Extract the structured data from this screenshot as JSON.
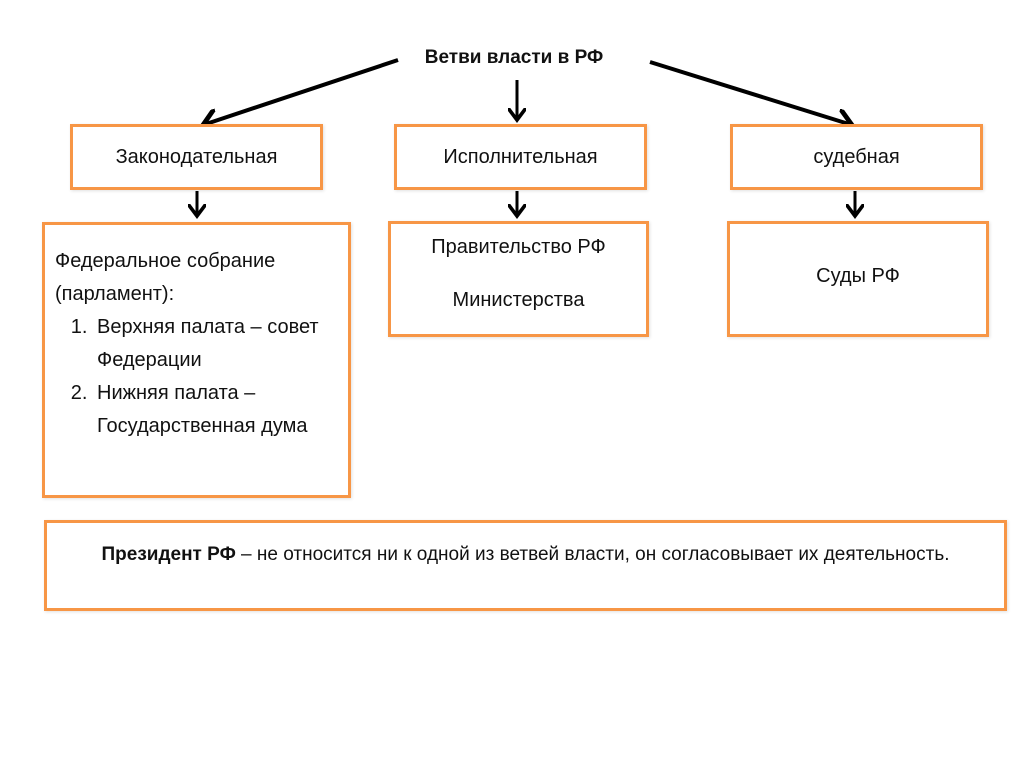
{
  "title": "Ветви власти в РФ",
  "branches": [
    {
      "label": "Законодательная"
    },
    {
      "label": "Исполнительная"
    },
    {
      "label": "судебная"
    }
  ],
  "legislative": {
    "heading": "Федеральное собрание (парламент):",
    "items": [
      "Верхняя палата – совет Федерации",
      "Нижняя палата – Государственная дума"
    ]
  },
  "executive": {
    "line1": "Правительство РФ",
    "line2": "Министерства"
  },
  "judicial": {
    "line1": "Суды РФ"
  },
  "president": {
    "bold": "Президент РФ",
    "text": " – не относится ни к одной из ветвей власти, он согласовывает их деятельность."
  },
  "colors": {
    "border": "#f79646",
    "arrow": "#000000"
  }
}
